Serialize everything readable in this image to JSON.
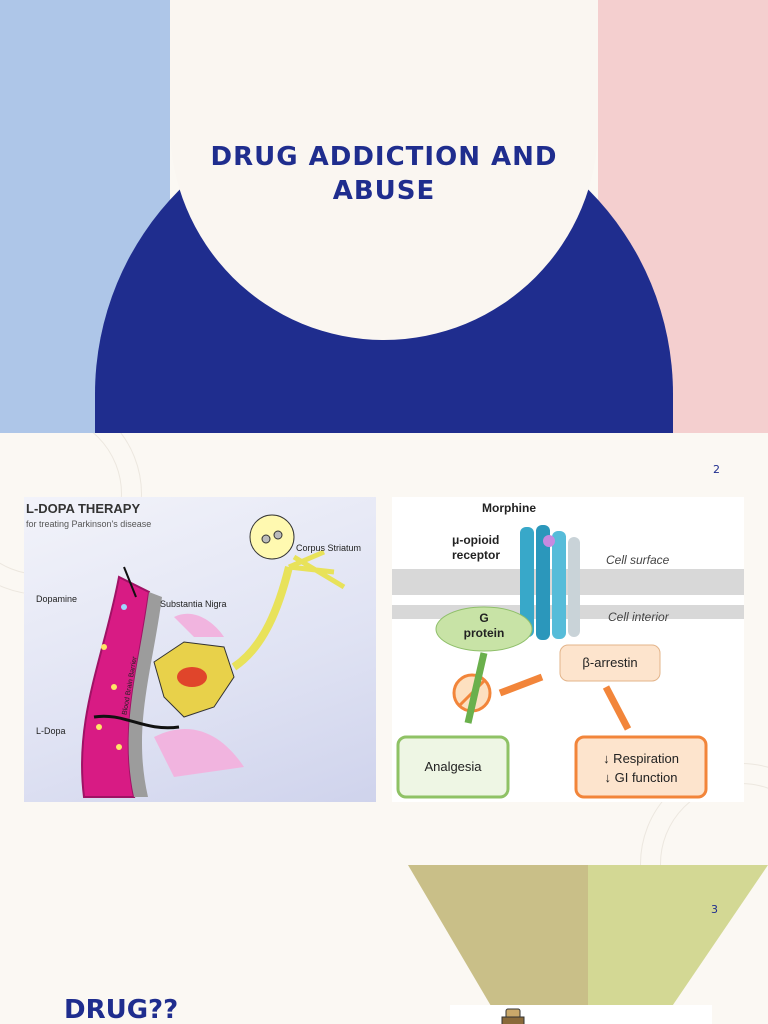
{
  "slide1": {
    "title_line1": "DRUG ADDICTION AND",
    "title_line2": "ABUSE"
  },
  "slide2": {
    "page_number": "2",
    "ldopa_figure": {
      "heading": "L-DOPA THERAPY",
      "subheading": "for treating Parkinson's disease",
      "labels": {
        "corpus_striatum": "Corpus Striatum",
        "dopamine": "Dopamine",
        "substantia_nigra": "Substantia Nigra",
        "blood_brain_barrier": "Blood Brain Barrier",
        "ldopa": "L-Dopa"
      }
    },
    "morphine_figure": {
      "labels": {
        "morphine": "Morphine",
        "receptor_line1": "μ-opioid",
        "receptor_line2": "receptor",
        "cell_surface": "Cell surface",
        "cell_interior": "Cell interior",
        "g_line1": "G",
        "g_line2": "protein",
        "arrestin": "β-arrestin",
        "analgesia": "Analgesia",
        "resp_line1": "↓ Respiration",
        "resp_line2": "↓ GI function"
      }
    }
  },
  "slide3": {
    "page_number": "3",
    "title": "DRUG??"
  },
  "colors": {
    "navy": "#1f2d8e",
    "light_blue": "#aec6e8",
    "light_pink": "#f4cfcf",
    "olive": "#c9bf88",
    "lime": "#d3d894",
    "cream": "#fbf8f3"
  }
}
